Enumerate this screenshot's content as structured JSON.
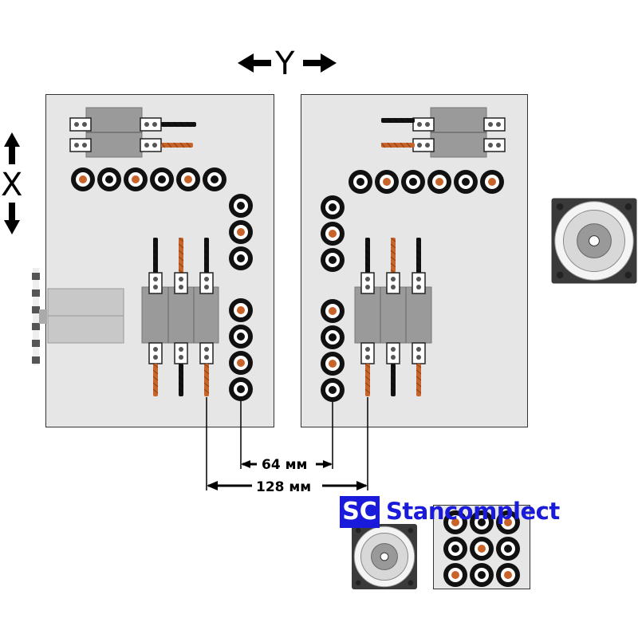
{
  "axes": {
    "y_label": "Y",
    "x_label": "X"
  },
  "dimensions": {
    "small": "64 мм",
    "large": "128 мм"
  },
  "brand": {
    "logo_letters": "SC",
    "name": "Stancomplect",
    "color": "#1a1adb"
  },
  "colors": {
    "panel": "#e6e6e6",
    "copper": "#c8642a",
    "black": "#111111"
  },
  "left_panel": {
    "top_row_bushings": [
      "copper",
      "black",
      "copper",
      "black",
      "copper",
      "black"
    ],
    "upper_column_bushings": [
      "black",
      "copper",
      "black"
    ],
    "lower_column_bushings": [
      "copper",
      "black",
      "copper",
      "black"
    ],
    "top_drills": [
      "black",
      "copper"
    ],
    "vertical_drills_top": [
      "black",
      "copper",
      "black"
    ],
    "vertical_drills_bottom": [
      "copper",
      "black",
      "copper"
    ]
  },
  "right_panel": {
    "top_row_bushings": [
      "black",
      "copper",
      "black",
      "copper",
      "black",
      "copper"
    ],
    "upper_column_bushings": [
      "black",
      "copper",
      "black"
    ],
    "lower_column_bushings": [
      "copper",
      "black",
      "copper",
      "black"
    ],
    "top_drills": [
      "black",
      "copper"
    ],
    "vertical_drills_top": [
      "black",
      "copper",
      "black"
    ],
    "vertical_drills_bottom": [
      "copper",
      "black",
      "copper"
    ]
  },
  "bushing_grid": [
    "copper",
    "black",
    "copper",
    "black",
    "copper",
    "black",
    "copper",
    "black",
    "copper"
  ]
}
